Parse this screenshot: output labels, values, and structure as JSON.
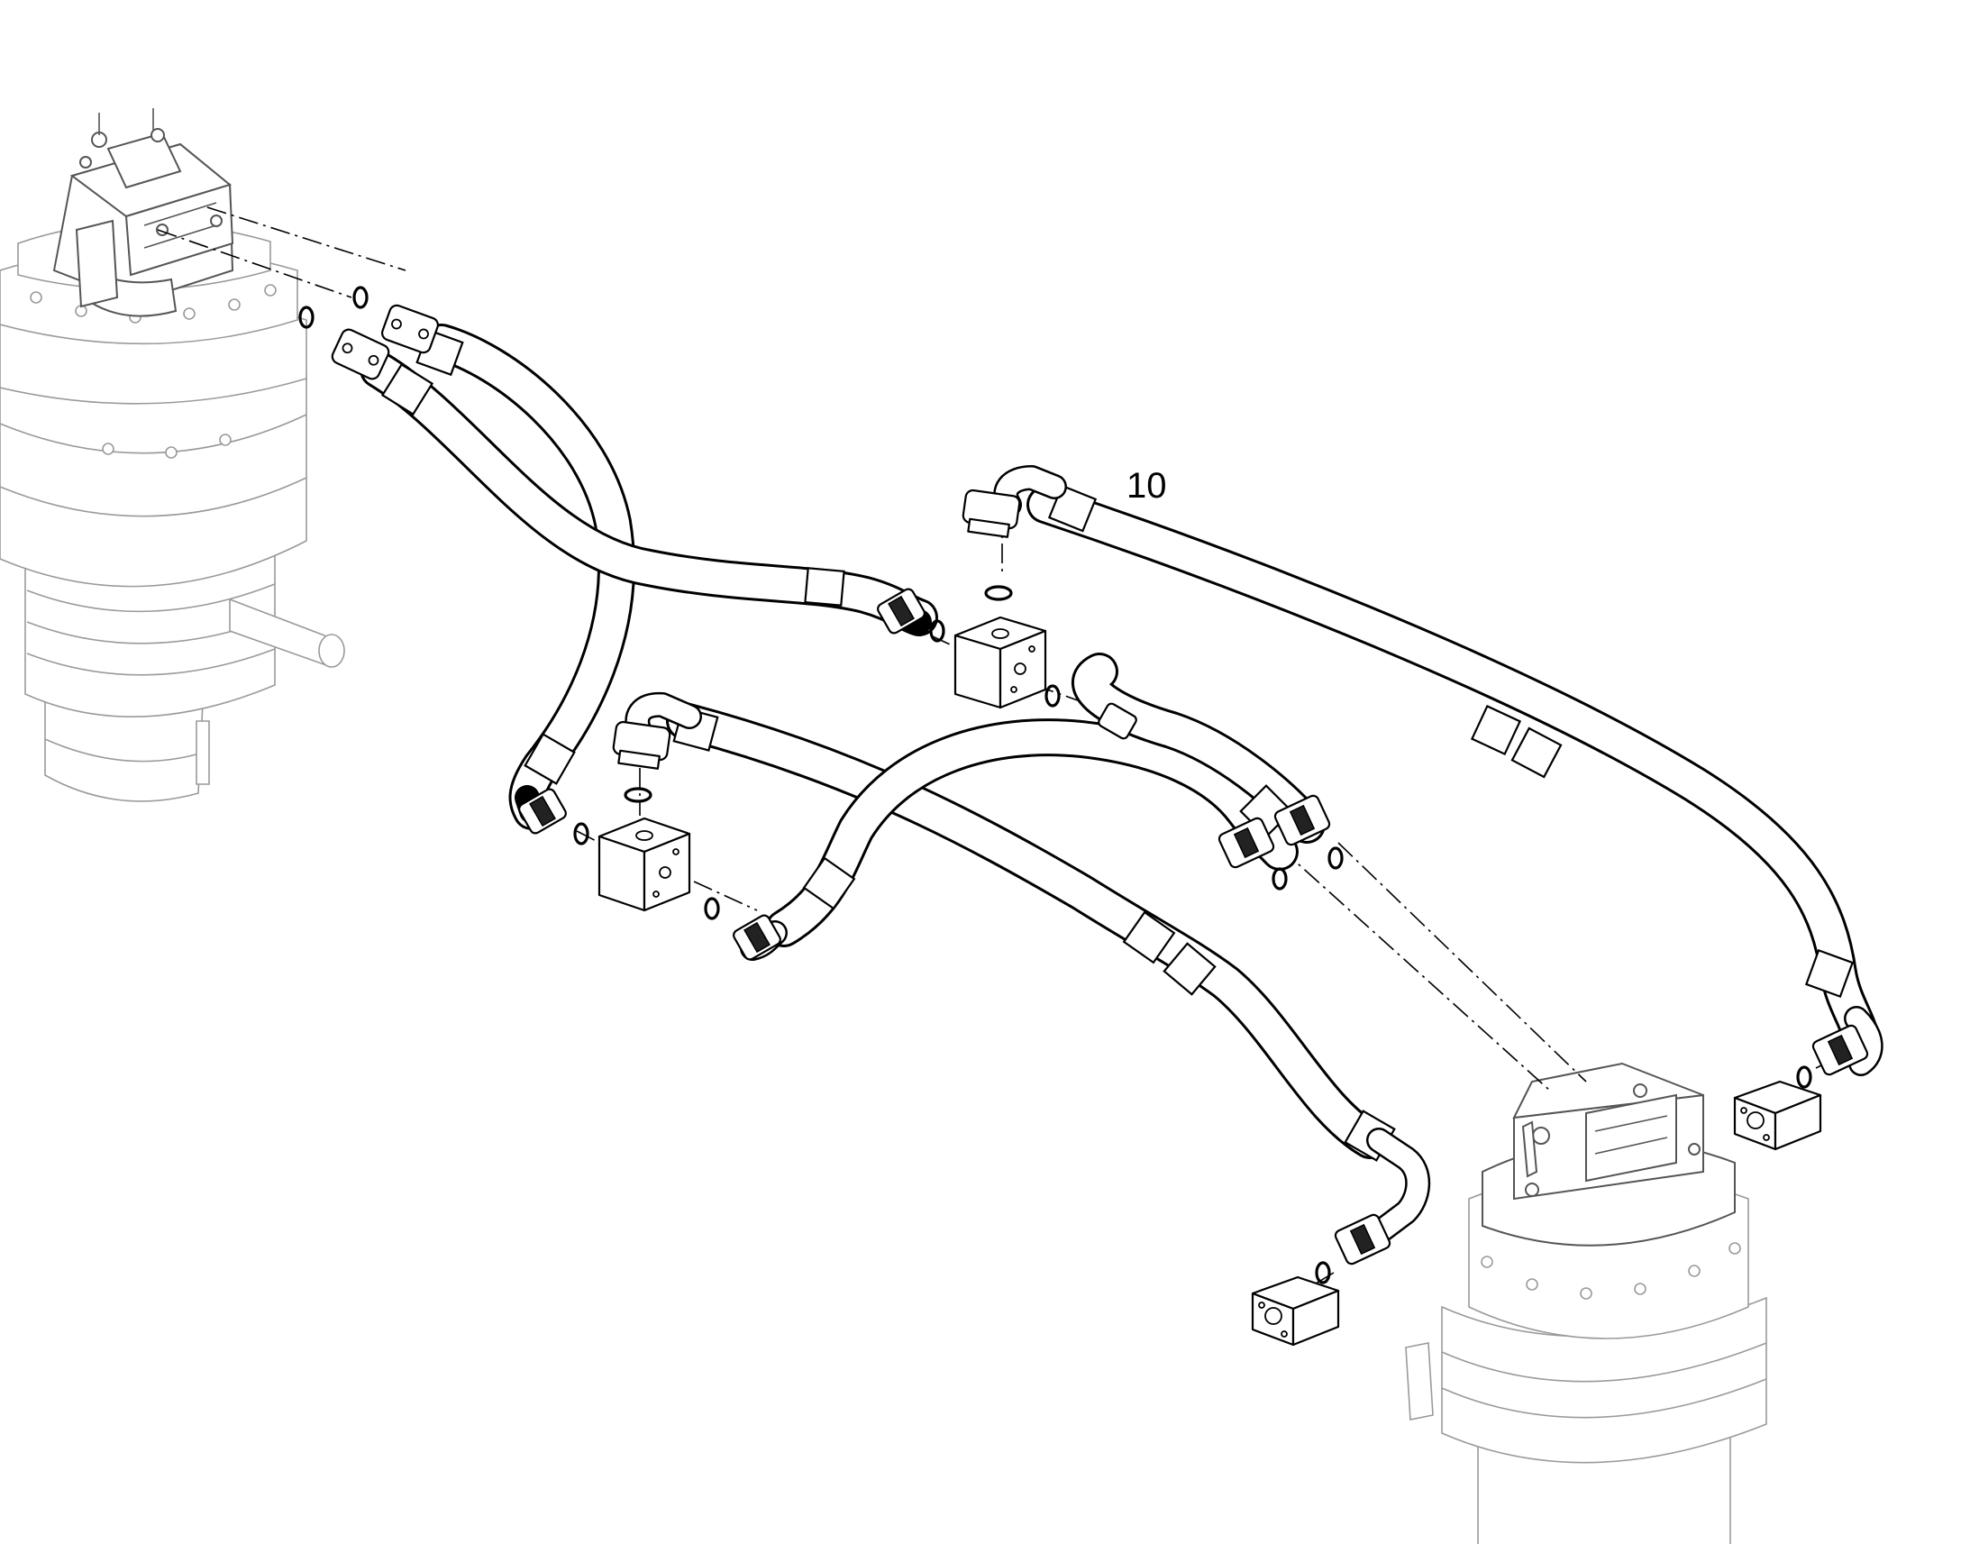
{
  "callouts": [
    {
      "label": "10"
    }
  ],
  "components": {
    "motors": [
      "left-travel-motor",
      "right-travel-motor"
    ],
    "hoses": [
      "hose-a",
      "hose-b",
      "hose-c",
      "hose-d",
      "hose-e"
    ],
    "valve_blocks": [
      "block-upper",
      "block-lower"
    ],
    "port_blocks": [
      "port-block-right",
      "port-block-bottom"
    ]
  }
}
